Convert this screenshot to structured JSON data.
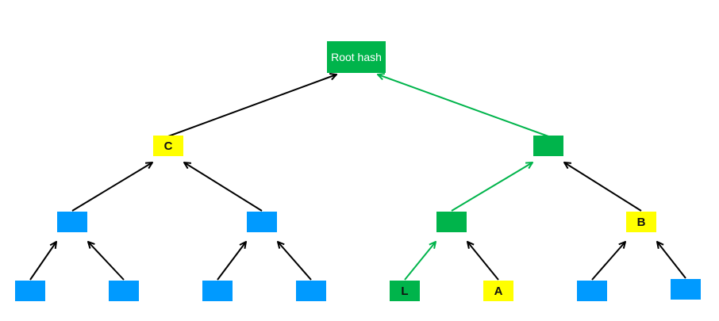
{
  "colors": {
    "green": "#00B44B",
    "yellow": "#FFFF00",
    "blue": "#009AFF",
    "black_edge": "#000000",
    "green_edge": "#00B44B"
  },
  "nodes": {
    "root": {
      "label": "Root hash",
      "color": "green"
    },
    "l1_left": {
      "label": "C",
      "color": "yellow"
    },
    "l1_right": {
      "label": "",
      "color": "green"
    },
    "l2_1": {
      "label": "",
      "color": "blue"
    },
    "l2_2": {
      "label": "",
      "color": "blue"
    },
    "l2_3": {
      "label": "",
      "color": "green"
    },
    "l2_4": {
      "label": "B",
      "color": "yellow"
    },
    "leaf_1": {
      "label": "",
      "color": "blue"
    },
    "leaf_2": {
      "label": "",
      "color": "blue"
    },
    "leaf_3": {
      "label": "",
      "color": "blue"
    },
    "leaf_4": {
      "label": "",
      "color": "blue"
    },
    "leaf_5": {
      "label": "L",
      "color": "green"
    },
    "leaf_6": {
      "label": "A",
      "color": "yellow"
    },
    "leaf_7": {
      "label": "",
      "color": "blue"
    },
    "leaf_8": {
      "label": "",
      "color": "blue"
    }
  },
  "edges": [
    {
      "from": "l1_left",
      "to": "root",
      "color": "black_edge"
    },
    {
      "from": "l1_right",
      "to": "root",
      "color": "green_edge"
    },
    {
      "from": "l2_1",
      "to": "l1_left",
      "color": "black_edge"
    },
    {
      "from": "l2_2",
      "to": "l1_left",
      "color": "black_edge"
    },
    {
      "from": "l2_3",
      "to": "l1_right",
      "color": "green_edge"
    },
    {
      "from": "l2_4",
      "to": "l1_right",
      "color": "black_edge"
    },
    {
      "from": "leaf_1",
      "to": "l2_1",
      "color": "black_edge"
    },
    {
      "from": "leaf_2",
      "to": "l2_1",
      "color": "black_edge"
    },
    {
      "from": "leaf_3",
      "to": "l2_2",
      "color": "black_edge"
    },
    {
      "from": "leaf_4",
      "to": "l2_2",
      "color": "black_edge"
    },
    {
      "from": "leaf_5",
      "to": "l2_3",
      "color": "green_edge"
    },
    {
      "from": "leaf_6",
      "to": "l2_3",
      "color": "black_edge"
    },
    {
      "from": "leaf_7",
      "to": "l2_4",
      "color": "black_edge"
    },
    {
      "from": "leaf_8",
      "to": "l2_4",
      "color": "black_edge"
    }
  ]
}
